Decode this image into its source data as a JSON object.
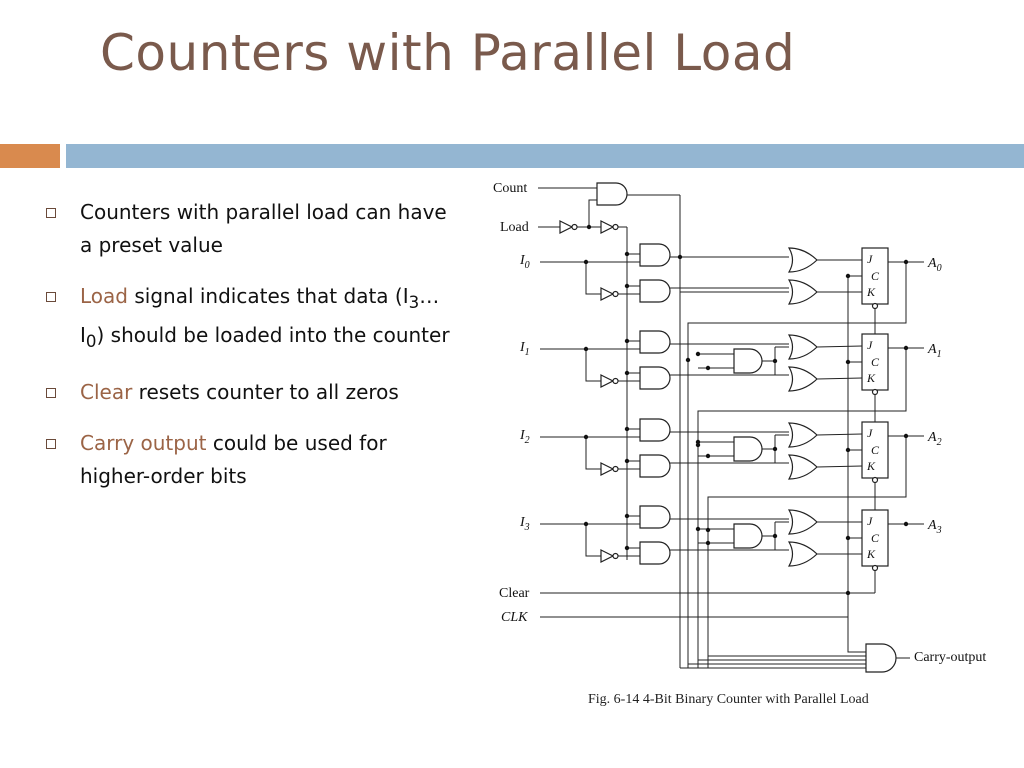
{
  "slide": {
    "title": "Counters with Parallel Load",
    "bullets": [
      {
        "lead": "",
        "text": "Counters with parallel load can have a preset value"
      },
      {
        "lead": "Load",
        "text": " signal indicates that data (I",
        "sub1": "3",
        "mid": "…I",
        "sub2": "0",
        "tail": ") should be loaded into the counter"
      },
      {
        "lead": "Clear",
        "text": " resets counter to all zeros"
      },
      {
        "lead": "Carry output",
        "text": " could be used for higher-order bits"
      }
    ],
    "colors": {
      "title": "#7a5a4c",
      "keyword": "#9b6446",
      "accent_bar": "#d98a4e",
      "main_bar": "#94b6d2"
    }
  },
  "diagram": {
    "inputs": {
      "count": "Count",
      "load": "Load",
      "clear": "Clear",
      "clk": "CLK"
    },
    "data_inputs": [
      {
        "base": "I",
        "sub": "0"
      },
      {
        "base": "I",
        "sub": "1"
      },
      {
        "base": "I",
        "sub": "2"
      },
      {
        "base": "I",
        "sub": "3"
      }
    ],
    "outputs": [
      {
        "base": "A",
        "sub": "0"
      },
      {
        "base": "A",
        "sub": "1"
      },
      {
        "base": "A",
        "sub": "2"
      },
      {
        "base": "A",
        "sub": "3"
      }
    ],
    "flipflop_pins": {
      "j": "J",
      "c": "C",
      "k": "K"
    },
    "carry_output": "Carry-output",
    "caption": "Fig. 6-14  4-Bit Binary Counter with Parallel Load"
  }
}
